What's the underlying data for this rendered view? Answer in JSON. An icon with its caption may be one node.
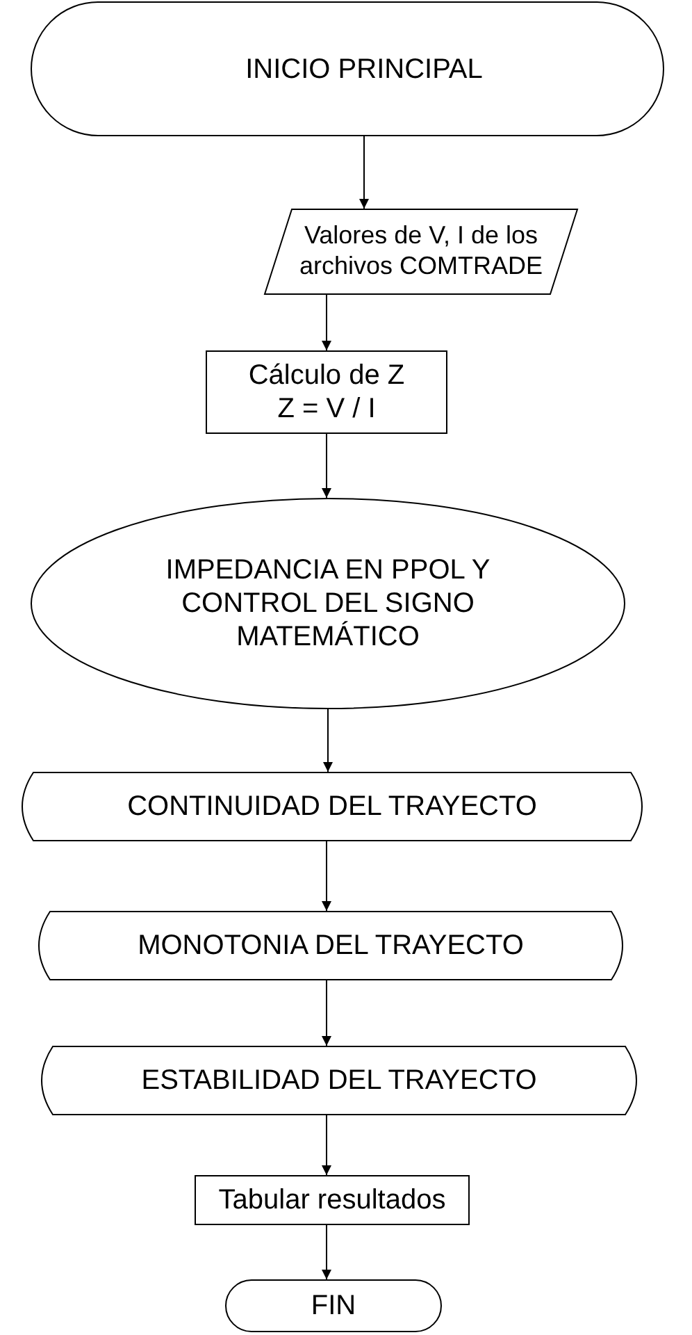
{
  "diagram": {
    "nodes": [
      {
        "text": [
          "INICIO PRINCIPAL"
        ]
      },
      {
        "text": [
          "Valores de V, I de los archivos COMTRADE"
        ]
      },
      {
        "text": [
          "Cálculo de Z",
          "Z = V / I"
        ]
      },
      {
        "text": [
          "IMPEDANCIA EN PPOL Y CONTROL DEL SIGNO MATEMÁTICO"
        ]
      },
      {
        "text": [
          "CONTINUIDAD DEL TRAYECTO"
        ]
      },
      {
        "text": [
          "MONOTONIA DEL TRAYECTO"
        ]
      },
      {
        "text": [
          "ESTABILIDAD DEL TRAYECTO"
        ]
      },
      {
        "text": [
          "Tabular resultados"
        ]
      },
      {
        "text": [
          "FIN"
        ]
      }
    ],
    "edges": [
      {
        "from": 0,
        "to": 1,
        "arrow": "to"
      },
      {
        "from": 1,
        "to": 2,
        "arrow": "to"
      },
      {
        "from": 2,
        "to": 3,
        "arrow": "to"
      },
      {
        "from": 3,
        "to": 4,
        "arrow": "to"
      },
      {
        "from": 4,
        "to": 5,
        "arrow": "to"
      },
      {
        "from": 5,
        "to": 6,
        "arrow": "to"
      },
      {
        "from": 6,
        "to": 7,
        "arrow": "to"
      },
      {
        "from": 7,
        "to": 8,
        "arrow": "to"
      }
    ]
  }
}
